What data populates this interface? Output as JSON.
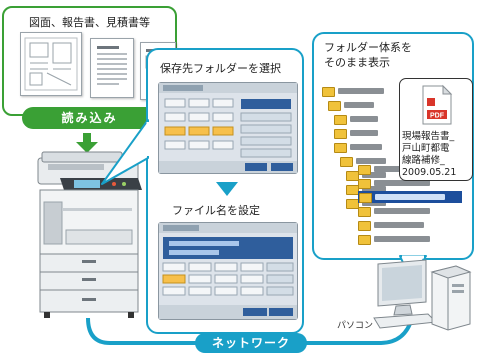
{
  "documents": {
    "title": "図面、報告書、見積書等"
  },
  "scan": {
    "label": "読み込み"
  },
  "panel": {
    "step1": "保存先フォルダーを選択",
    "step2": "ファイル名を設定"
  },
  "folder": {
    "title_line1": "フォルダー体系を",
    "title_line2": "そのまま表示"
  },
  "file": {
    "icon_text": "PDF",
    "name_lines": [
      "現場報告書_",
      "戸山町都電",
      "線路補修_",
      "2009.05.21"
    ]
  },
  "pc": {
    "label": "パソコン"
  },
  "network": {
    "label": "ネットワーク"
  },
  "colors": {
    "green": "#3aa035",
    "blue": "#19a0c8",
    "folder": "#f0c23a",
    "pdf_red": "#d9352a"
  }
}
